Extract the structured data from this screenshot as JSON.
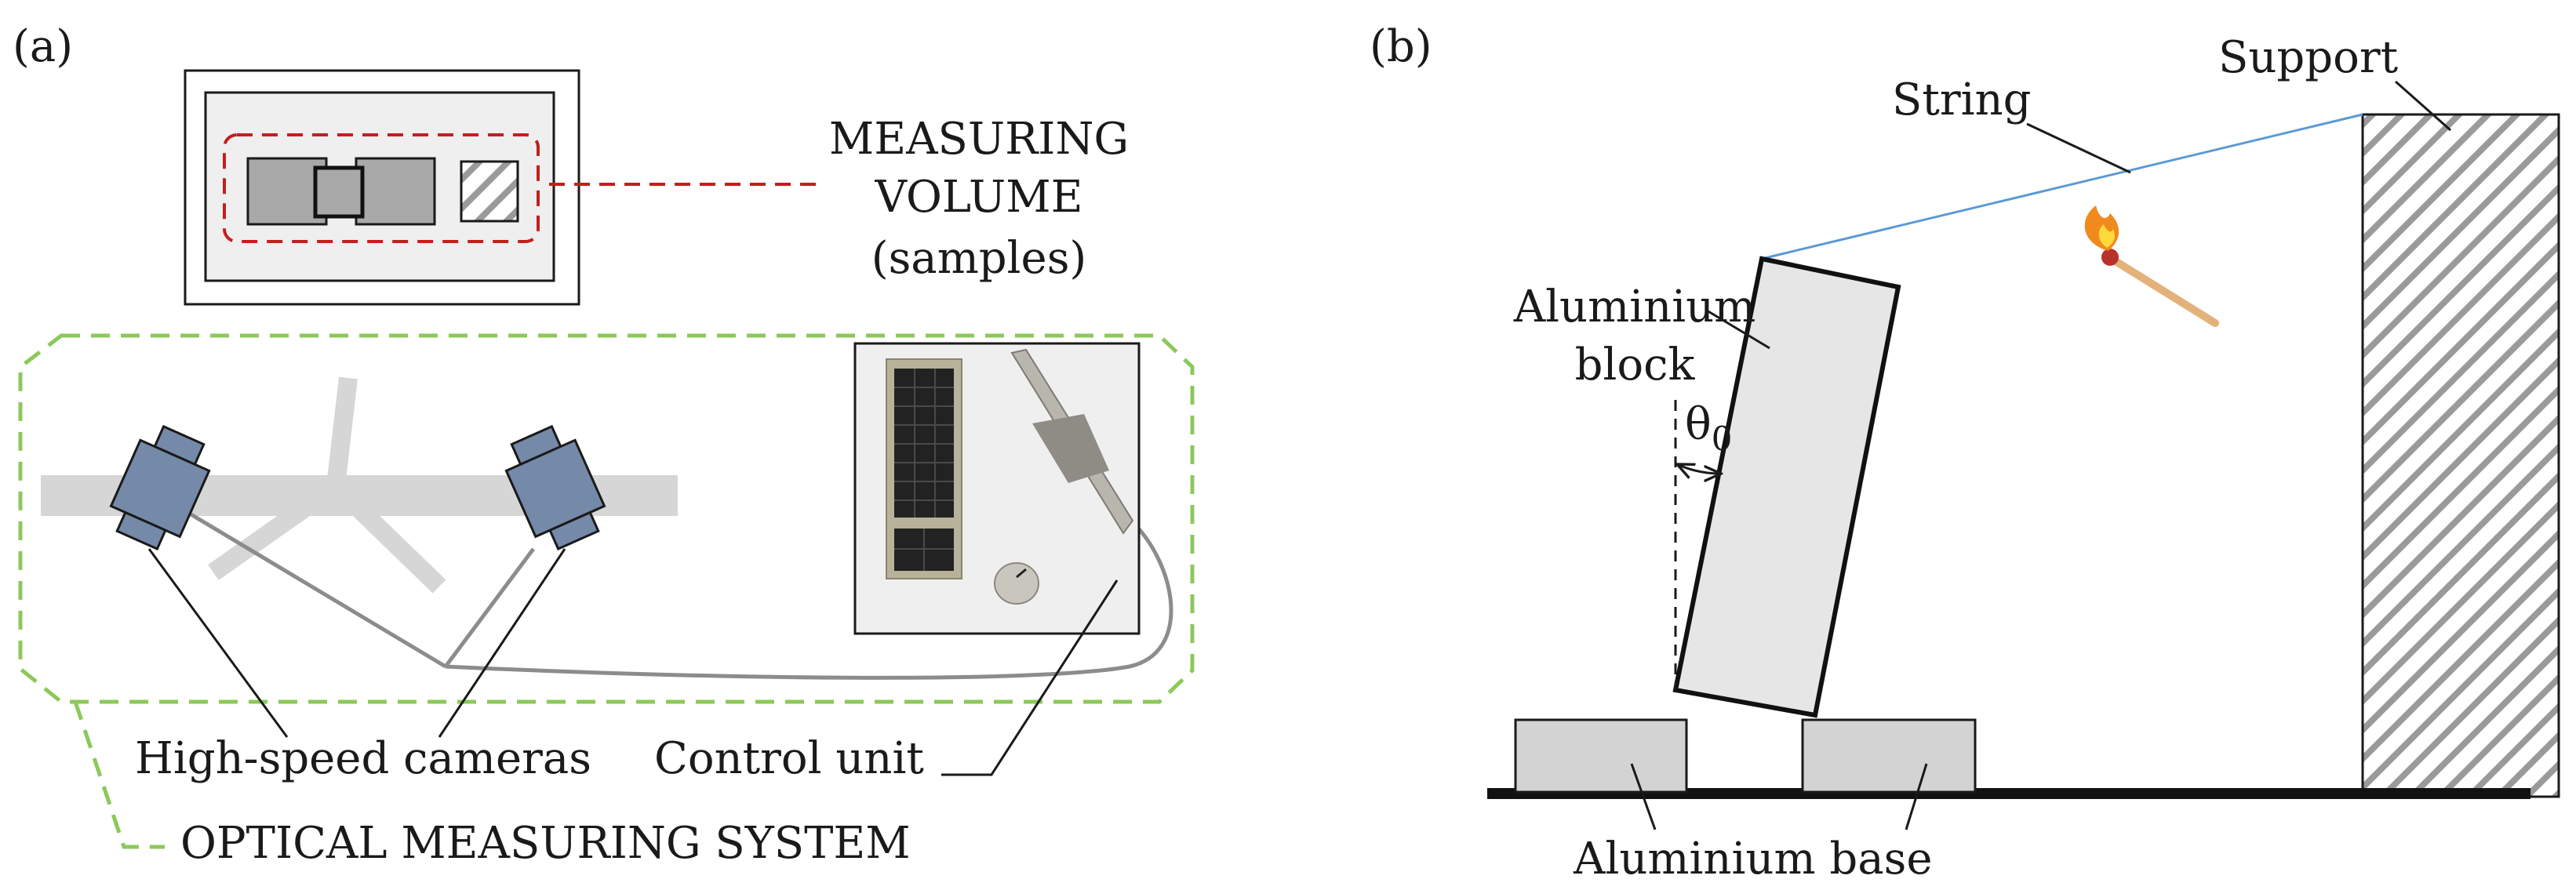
{
  "panel_a": {
    "tag": "(a)",
    "measuring_volume": {
      "line1": "MEASURING",
      "line2": "VOLUME",
      "line3": "(samples)"
    },
    "labels": {
      "cameras": "High-speed cameras",
      "control_unit": "Control unit",
      "system": "OPTICAL MEASURING SYSTEM"
    }
  },
  "panel_b": {
    "tag": "(b)",
    "labels": {
      "string": "String",
      "support": "Support",
      "block_line1": "Aluminium",
      "block_line2": "block",
      "angle": "θ",
      "angle_subscript": "0",
      "base": "Aluminium base"
    }
  },
  "colors": {
    "dashed_red": "#c41e1e",
    "dashed_green": "#8cc85a",
    "camera_blue": "#7589a8",
    "string_blue": "#5a9ad6",
    "match_stick": "#e3b27a"
  }
}
